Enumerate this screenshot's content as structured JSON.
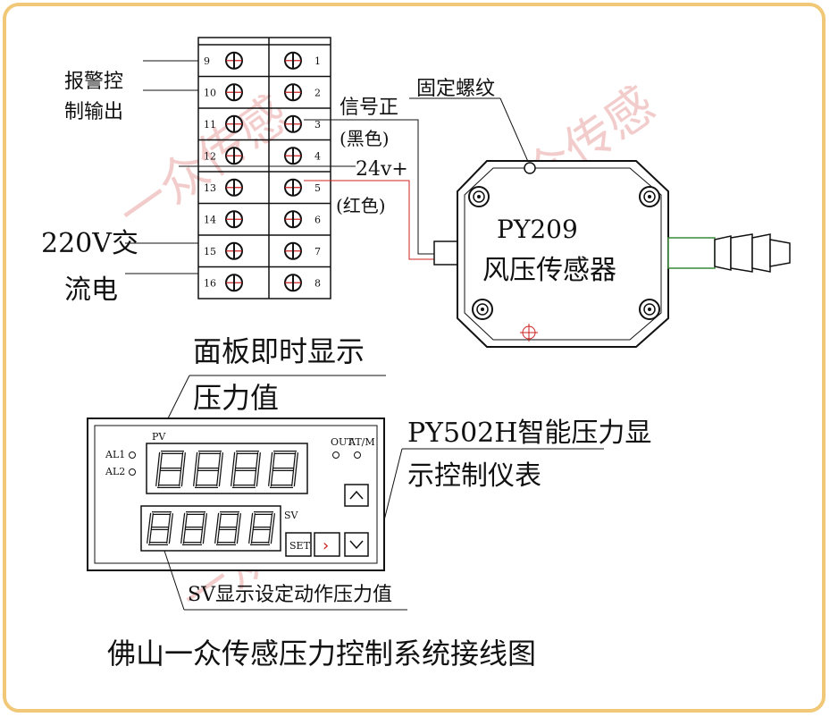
{
  "terminal_block": {
    "left_numbers": [
      "9",
      "10",
      "11",
      "12",
      "13",
      "14",
      "15",
      "16"
    ],
    "right_numbers": [
      "1",
      "2",
      "3",
      "4",
      "5",
      "6",
      "7",
      "8"
    ],
    "alarm_output_label": [
      "报警控",
      "制输出"
    ],
    "ac_power_label": [
      "220V交",
      "流电"
    ]
  },
  "wiring_labels": {
    "signal_positive": "信号正",
    "signal_color": "(黑色)",
    "supply": "24v+",
    "supply_color": "(红色)",
    "fixing_screw": "固定螺纹"
  },
  "sensor": {
    "model": "PY209",
    "name": "风压传感器"
  },
  "panel_callout": [
    "面板即时显示",
    "压力值"
  ],
  "instrument_callout": [
    "PY502H智能压力显",
    "示控制仪表"
  ],
  "instrument": {
    "pv_label": "PV",
    "sv_label": "SV",
    "al1": "AL1",
    "al2": "AL2",
    "out": "OUT",
    "atm": "AT/M",
    "set_button": "SET",
    "right_button": "›"
  },
  "sv_callout": "SV显示设定动作压力值",
  "caption": "佛山一众传感压力控制系统接线图",
  "watermark": [
    "一众传感",
    "一众传感",
    "一众传感"
  ],
  "colors": {
    "frame": "#f0c878",
    "line": "#111111",
    "red": "#cc2222",
    "sensor_pipe_green": "#3a8a3a",
    "watermark": "#e8a0a0"
  }
}
